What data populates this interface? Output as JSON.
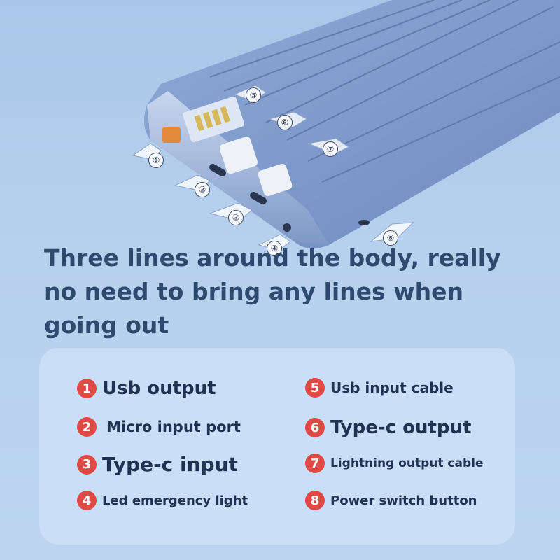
{
  "callouts": [
    "①",
    "②",
    "③",
    "④",
    "⑤",
    "⑥",
    "⑦",
    "⑧"
  ],
  "headline": "Three lines around the body, really no need to bring any lines when going out",
  "features": [
    {
      "num": "1",
      "label": "Usb output"
    },
    {
      "num": "2",
      "label": "Micro input port"
    },
    {
      "num": "3",
      "label": "Type-c input"
    },
    {
      "num": "4",
      "label": "Led emergency light"
    },
    {
      "num": "5",
      "label": "Usb input cable"
    },
    {
      "num": "6",
      "label": "Type-c output"
    },
    {
      "num": "7",
      "label": "Lightning output cable"
    },
    {
      "num": "8",
      "label": "Power switch button"
    }
  ],
  "colors": {
    "badge": "#e04a45",
    "headline": "#2f4a6e",
    "body": "#7f9ccc"
  }
}
